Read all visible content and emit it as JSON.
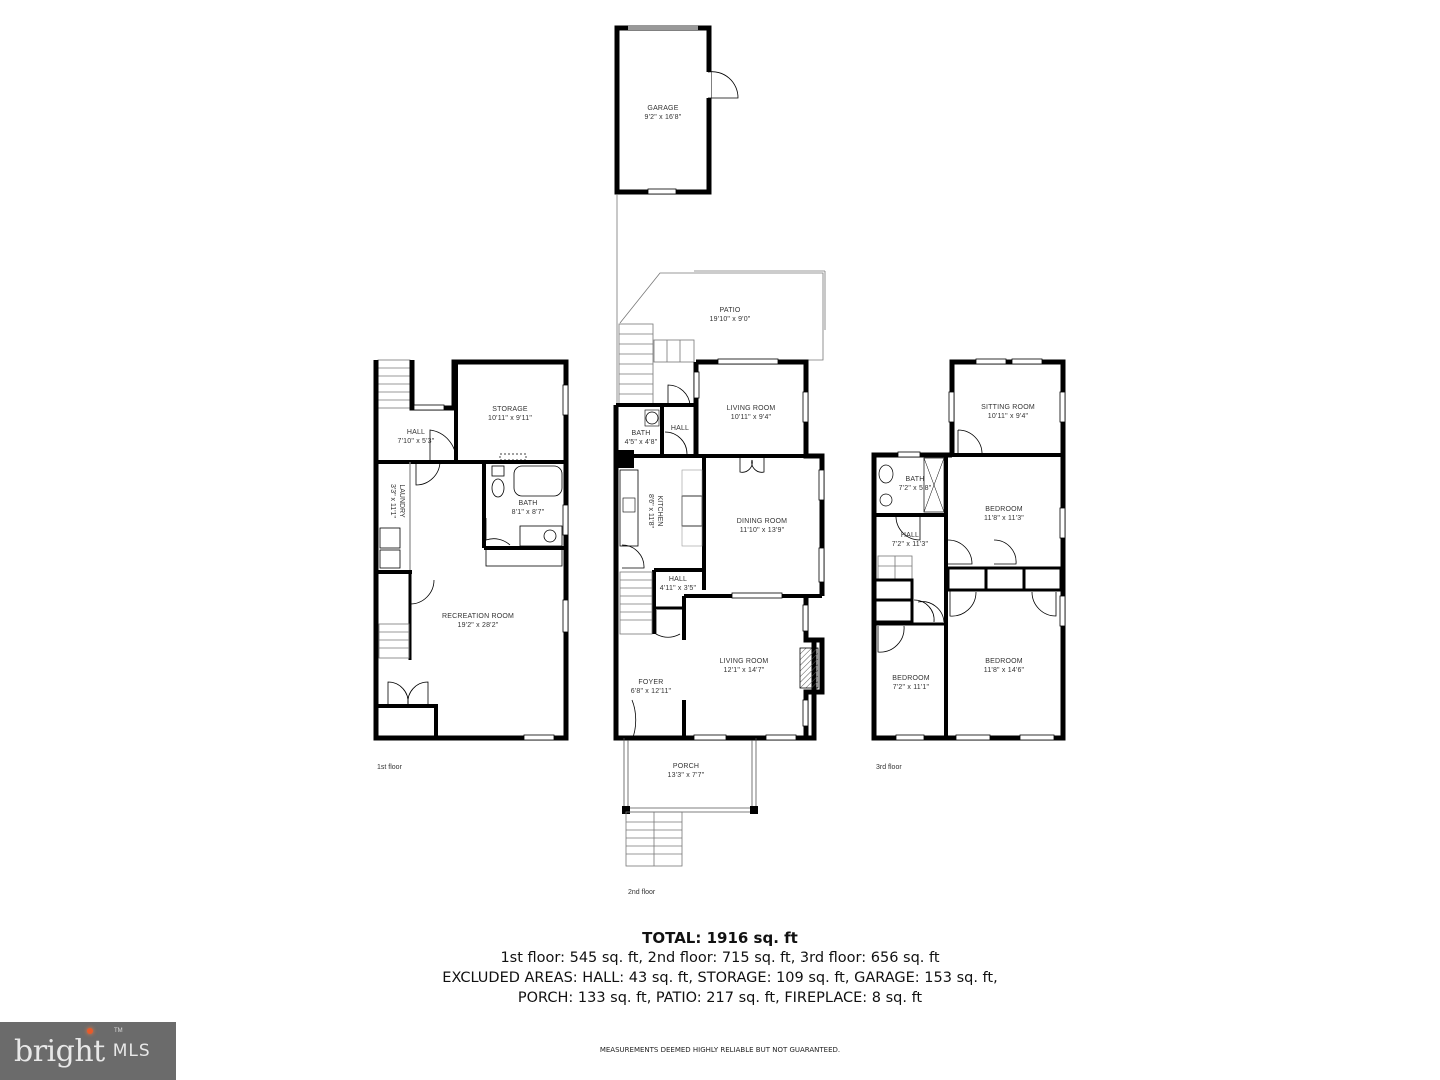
{
  "floors": [
    {
      "caption": "1st floor",
      "rooms": [
        {
          "name": "HALL",
          "dims": "7'10\" x 5'3\""
        },
        {
          "name": "STORAGE",
          "dims": "10'11\" x 9'11\""
        },
        {
          "name": "LAUNDRY",
          "dims": "3'3\" x 11'1\""
        },
        {
          "name": "BATH",
          "dims": "8'1\" x 8'7\""
        },
        {
          "name": "RECREATION ROOM",
          "dims": "19'2\" x 28'2\""
        }
      ]
    },
    {
      "caption": "2nd floor",
      "rooms": [
        {
          "name": "GARAGE",
          "dims": "9'2\" x 16'8\""
        },
        {
          "name": "PATIO",
          "dims": "19'10\" x 9'0\""
        },
        {
          "name": "LIVING ROOM",
          "dims": "10'11\" x 9'4\""
        },
        {
          "name": "BATH",
          "dims": "4'5\" x 4'8\""
        },
        {
          "name": "HALL",
          "dims": ""
        },
        {
          "name": "KITCHEN",
          "dims": "8'6\" x 11'8\""
        },
        {
          "name": "DINING ROOM",
          "dims": "11'10\" x 13'9\""
        },
        {
          "name": "HALL",
          "dims": "4'11\" x 3'5\""
        },
        {
          "name": "LIVING ROOM",
          "dims": "12'1\" x 14'7\""
        },
        {
          "name": "FOYER",
          "dims": "6'8\" x 12'11\""
        },
        {
          "name": "PORCH",
          "dims": "13'3\" x 7'7\""
        }
      ]
    },
    {
      "caption": "3rd floor",
      "rooms": [
        {
          "name": "SITTING ROOM",
          "dims": "10'11\" x 9'4\""
        },
        {
          "name": "BATH",
          "dims": "7'2\" x 5'8\""
        },
        {
          "name": "BEDROOM",
          "dims": "11'8\" x 11'3\""
        },
        {
          "name": "HALL",
          "dims": "7'2\" x 11'3\""
        },
        {
          "name": "BEDROOM",
          "dims": "7'2\" x 11'1\""
        },
        {
          "name": "BEDROOM",
          "dims": "11'8\" x 14'6\""
        }
      ]
    }
  ],
  "summary": {
    "total": "TOTAL: 1916 sq. ft",
    "floors_line": "1st floor: 545 sq. ft, 2nd floor: 715 sq. ft, 3rd floor: 656 sq. ft",
    "excluded_line1": "EXCLUDED AREAS: HALL: 43 sq. ft, STORAGE: 109 sq. ft, GARAGE: 153 sq. ft,",
    "excluded_line2": "PORCH: 133 sq. ft, PATIO: 217 sq. ft, FIREPLACE: 8 sq. ft"
  },
  "disclaimer": "MEASUREMENTS DEEMED HIGHLY RELIABLE BUT NOT GUARANTEED.",
  "logo": {
    "brand": "bright",
    "suffix": "MLS",
    "tm": "TM",
    "bg_color": "#6b6b6b",
    "accent_color": "#e85a2a"
  }
}
